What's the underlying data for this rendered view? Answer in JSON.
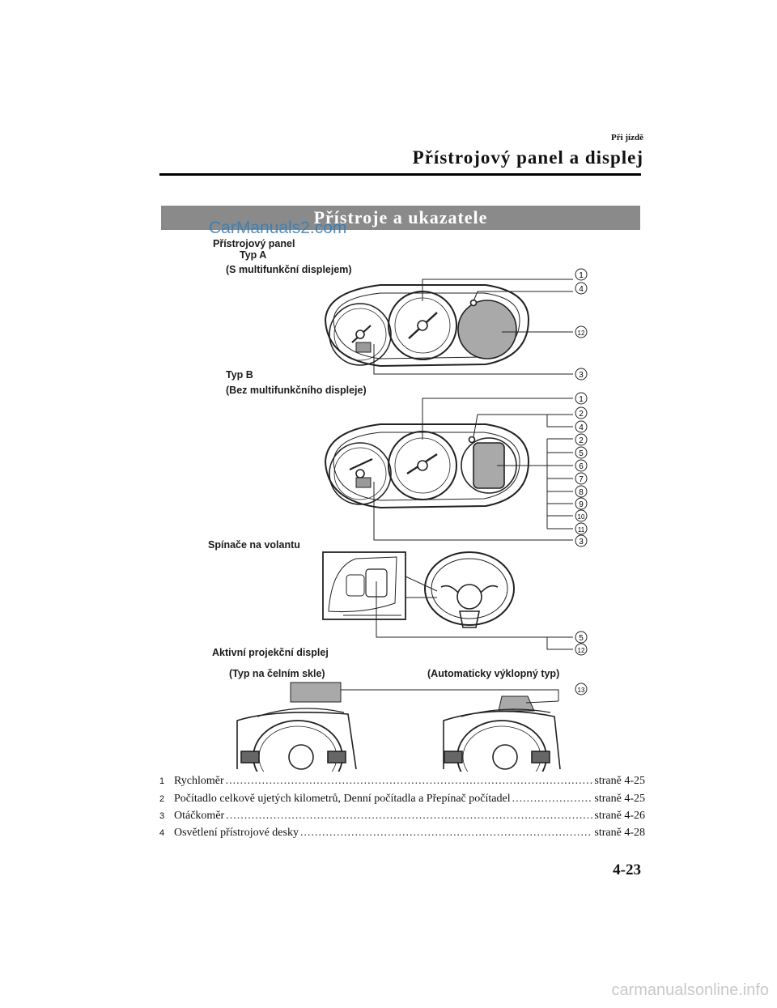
{
  "header": {
    "section_small": "Při jízdě",
    "section_title": "Přístrojový panel a displej"
  },
  "banner": {
    "title": "Přístroje a ukazatele"
  },
  "watermark_top": "CarManuals2.com",
  "labels": {
    "instrument_panel": "Přístrojový panel",
    "type_a": "Typ A",
    "type_a_desc": "(S multifunkční displejem)",
    "type_b": "Typ B",
    "type_b_desc": "(Bez multifunkčního displeje)",
    "steering_switches": "Spínače na volantu",
    "hud": "Aktivní projekční displej",
    "hud_windshield": "(Typ na čelním skle)",
    "hud_retractable": "(Automaticky výklopný typ)"
  },
  "callouts": {
    "a": [
      "1",
      "4",
      "12",
      "3"
    ],
    "b": [
      "1",
      "2",
      "4",
      "2",
      "5",
      "6",
      "7",
      "8",
      "9",
      "10",
      "11",
      "3"
    ],
    "steering": [
      "5",
      "12"
    ],
    "hud": [
      "13"
    ]
  },
  "references": [
    {
      "num": "1",
      "text": "Rychloměr",
      "page": "straně 4-25"
    },
    {
      "num": "2",
      "text": "Počítadlo celkově ujetých kilometrů, Denní počítadla a Přepínač počítadel",
      "page": "straně 4-25"
    },
    {
      "num": "3",
      "text": "Otáčkoměr",
      "page": "straně 4-26"
    },
    {
      "num": "4",
      "text": "Osvětlení přístrojové desky",
      "page": "straně 4-28"
    }
  ],
  "page_number": "4-23",
  "watermark_bottom": "carmanualsonline.info"
}
